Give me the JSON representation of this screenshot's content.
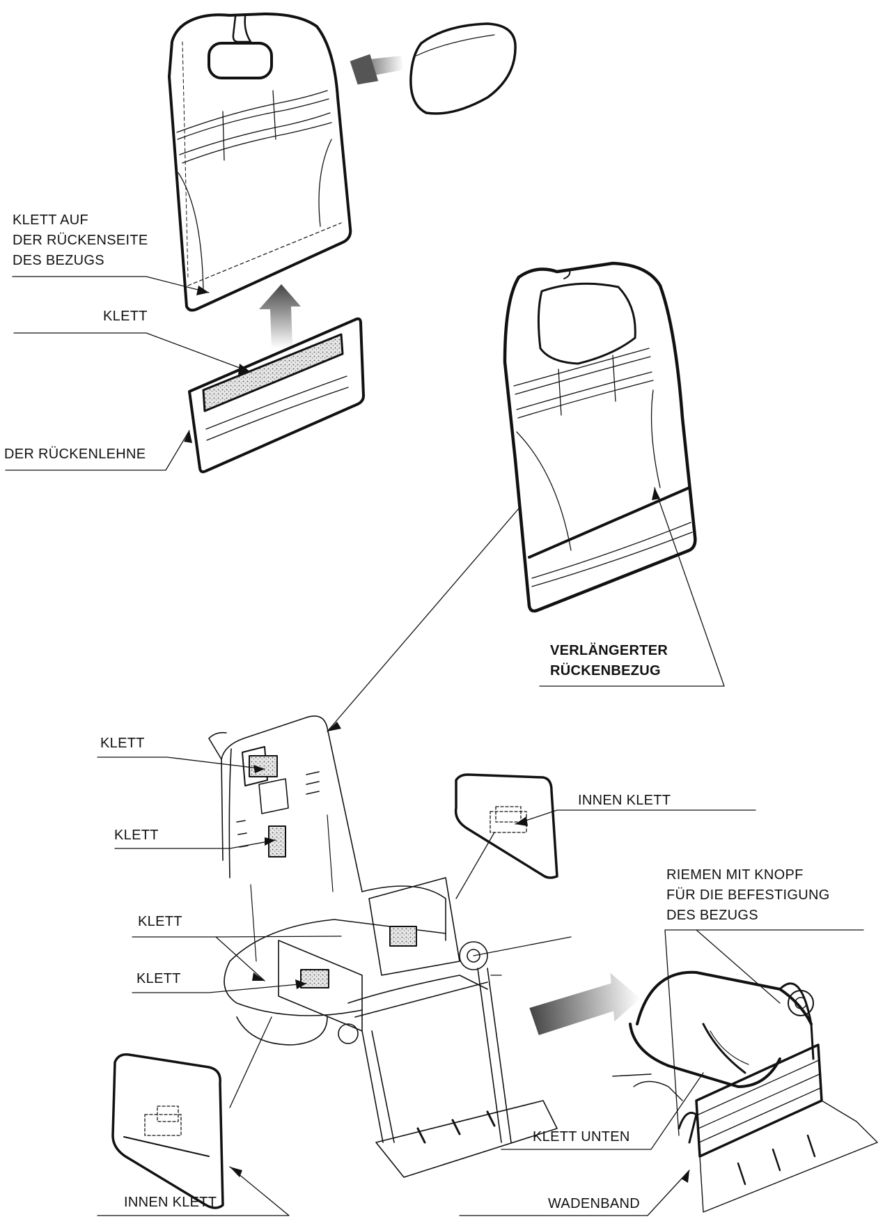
{
  "labels": {
    "klett_rueckenseite": "KLETT AUF\nDER RÜCKENSEITE\nDES BEZUGS",
    "klett_top": "KLETT",
    "rueckenlehne": "DER RÜCKENLEHNE",
    "verlaengerter": "VERLÄNGERTER\nRÜCKENBEZUG",
    "klett_1": "KLETT",
    "klett_2": "KLETT",
    "klett_3": "KLETT",
    "klett_4": "KLETT",
    "innen_klett_right": "INNEN KLETT",
    "riemen": "RIEMEN MIT KNOPF\nFÜR DIE BEFESTIGUNG\nDES BEZUGS",
    "klett_unten": "KLETT UNTEN",
    "innen_klett_left": "INNEN KLETT",
    "wadenband": "WADENBAND"
  },
  "colors": {
    "line": "#111111",
    "arrow_gradient": "#555555"
  }
}
